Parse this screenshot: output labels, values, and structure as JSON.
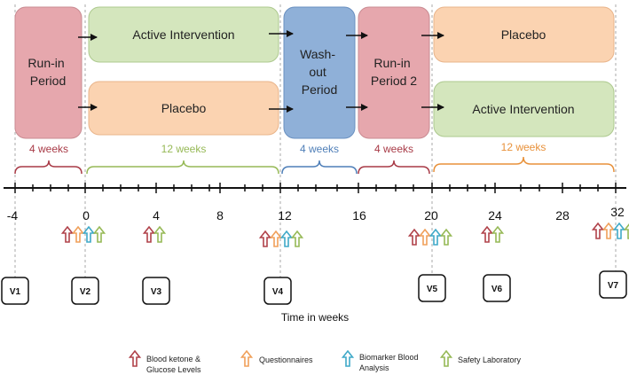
{
  "phases": {
    "runin": [
      "Run-in",
      "Period"
    ],
    "active1": [
      "Active Intervention"
    ],
    "placebo1": [
      "Placebo"
    ],
    "washout": [
      "Wash-",
      "out",
      "Period"
    ],
    "runin2": [
      "Run-in",
      "Period 2"
    ],
    "placebo2": [
      "Placebo"
    ],
    "active2": [
      "Active Intervention"
    ]
  },
  "durations": {
    "d1": "4 weeks",
    "d2": "12 weeks",
    "d3": "4 weeks",
    "d4": "4 weeks",
    "d5": "12 weeks"
  },
  "axis": {
    "ticks": [
      "-4",
      "0",
      "4",
      "8",
      "12",
      "16",
      "20",
      "24",
      "28",
      "32"
    ],
    "title": "Time in weeks"
  },
  "visits": [
    "V1",
    "V2",
    "V3",
    "V4",
    "V5",
    "V6",
    "V7"
  ],
  "legend": {
    "blood": [
      "Blood ketone &",
      "Glucose Levels"
    ],
    "questionnaires": [
      "Questionnaires"
    ],
    "biomarker": [
      "Biomarker  Blood",
      "Analysis"
    ],
    "safety": [
      "Safety Laboratory"
    ]
  },
  "colors": {
    "blood": "#b0424a",
    "questionnaires": "#f0a05a",
    "biomarker": "#3fa9c8",
    "safety": "#96b956",
    "runin_fill": "#e6a7ad",
    "active_fill": "#d4e6bd",
    "placebo_fill": "#fbd3b1",
    "washout_fill": "#8fb0d8"
  }
}
